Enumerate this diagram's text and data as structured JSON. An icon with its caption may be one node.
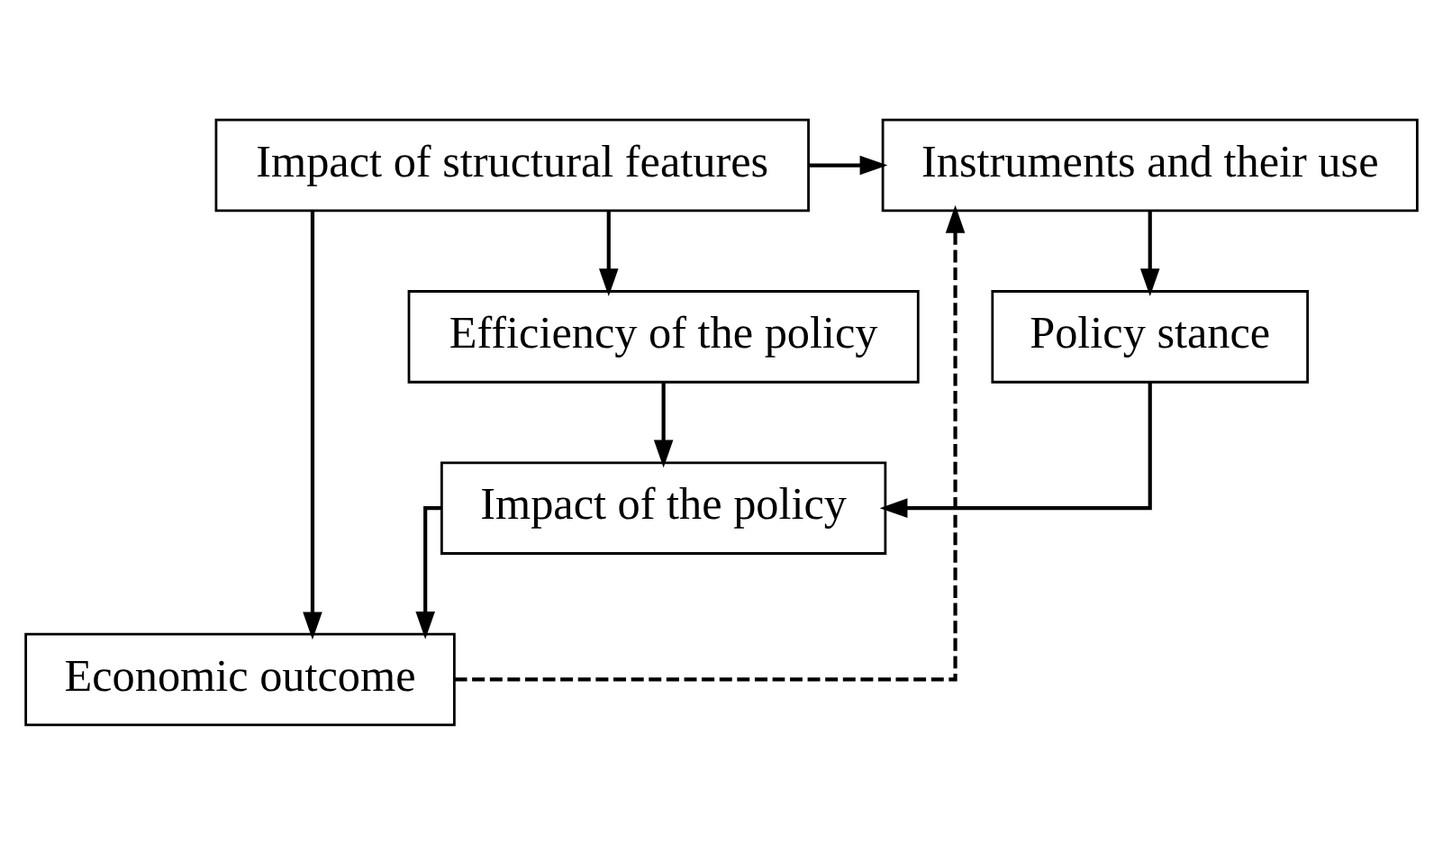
{
  "diagram": {
    "nodes": [
      {
        "text": [
          "Instruments and their use"
        ]
      },
      {
        "text": [
          "Impact of structural features"
        ]
      },
      {
        "text": [
          "Policy stance"
        ]
      },
      {
        "text": [
          "Efficiency of the policy"
        ]
      },
      {
        "text": [
          "Impact of the policy"
        ]
      },
      {
        "text": [
          "Economic outcome"
        ]
      }
    ],
    "edges": [
      {
        "from": 1,
        "to": 0,
        "arrow": "to"
      },
      {
        "from": 0,
        "to": 2,
        "arrow": "to"
      },
      {
        "from": 1,
        "to": 3,
        "arrow": "to"
      },
      {
        "from": 2,
        "to": 4,
        "arrow": "to"
      },
      {
        "from": 3,
        "to": 4,
        "arrow": "to"
      },
      {
        "from": 4,
        "to": 5,
        "arrow": "to"
      },
      {
        "from": 1,
        "to": 5,
        "arrow": "to"
      },
      {
        "from": 5,
        "to": 0,
        "arrow": "to",
        "style": "dashed"
      }
    ]
  }
}
